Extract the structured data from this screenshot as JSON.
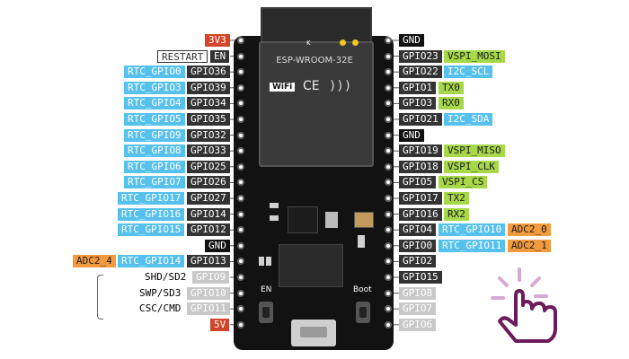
{
  "module": {
    "name": "ESP-WROOM-32E",
    "wifi_badge": "WiFi",
    "ce_mark": "CE",
    "small_mark": "K",
    "en_button_label": "EN",
    "boot_button_label": "Boot"
  },
  "colors": {
    "dark": "#333333",
    "red": "#d2452a",
    "blue": "#55c1ec",
    "green": "#a6d84a",
    "orange": "#f39a3f",
    "gray": "#c8c8c8",
    "light_green": "#cfe9a0",
    "board": "#121212",
    "hand_outline": "#6b1a5c"
  },
  "left_pins": [
    {
      "labels": [
        {
          "text": "3V3",
          "color": "red"
        }
      ]
    },
    {
      "labels": [
        {
          "text": "EN",
          "color": "dark"
        },
        {
          "text": "RESTART",
          "color": "white"
        }
      ]
    },
    {
      "labels": [
        {
          "text": "GPIO36",
          "color": "dark"
        },
        {
          "text": "RTC_GPIO0",
          "color": "blue"
        }
      ]
    },
    {
      "labels": [
        {
          "text": "GPIO39",
          "color": "dark"
        },
        {
          "text": "RTC_GPIO3",
          "color": "blue"
        }
      ]
    },
    {
      "labels": [
        {
          "text": "GPIO34",
          "color": "dark"
        },
        {
          "text": "RTC_GPIO4",
          "color": "blue"
        }
      ]
    },
    {
      "labels": [
        {
          "text": "GPIO35",
          "color": "dark"
        },
        {
          "text": "RTC_GPIO5",
          "color": "blue"
        }
      ]
    },
    {
      "labels": [
        {
          "text": "GPIO32",
          "color": "dark"
        },
        {
          "text": "RTC_GPIO9",
          "color": "blue"
        }
      ]
    },
    {
      "labels": [
        {
          "text": "GPIO33",
          "color": "dark"
        },
        {
          "text": "RTC_GPIO8",
          "color": "blue"
        }
      ]
    },
    {
      "labels": [
        {
          "text": "GPIO25",
          "color": "dark"
        },
        {
          "text": "RTC_GPIO6",
          "color": "blue"
        }
      ]
    },
    {
      "labels": [
        {
          "text": "GPIO26",
          "color": "dark"
        },
        {
          "text": "RTC_GPIO7",
          "color": "blue"
        }
      ]
    },
    {
      "labels": [
        {
          "text": "GPIO27",
          "color": "dark"
        },
        {
          "text": "RTC_GPIO17",
          "color": "blue"
        }
      ]
    },
    {
      "labels": [
        {
          "text": "GPIO14",
          "color": "dark"
        },
        {
          "text": "RTC_GPIO16",
          "color": "blue"
        }
      ]
    },
    {
      "labels": [
        {
          "text": "GPIO12",
          "color": "dark"
        },
        {
          "text": "RTC_GPIO15",
          "color": "blue"
        }
      ]
    },
    {
      "labels": [
        {
          "text": "GND",
          "color": "black"
        }
      ]
    },
    {
      "labels": [
        {
          "text": "GPIO13",
          "color": "dark"
        },
        {
          "text": "RTC_GPIO14",
          "color": "blue"
        },
        {
          "text": "ADC2_4",
          "color": "orange"
        }
      ]
    },
    {
      "labels": [
        {
          "text": "GPIO9",
          "color": "gray"
        },
        {
          "text": "SHD/SD2",
          "color": "light_green"
        }
      ]
    },
    {
      "labels": [
        {
          "text": "GPIO10",
          "color": "gray"
        },
        {
          "text": "SWP/SD3",
          "color": "light_green"
        }
      ]
    },
    {
      "labels": [
        {
          "text": "GPIO11",
          "color": "gray"
        },
        {
          "text": "CSC/CMD",
          "color": "light_green"
        }
      ]
    },
    {
      "labels": [
        {
          "text": "5V",
          "color": "red"
        }
      ]
    }
  ],
  "right_pins": [
    {
      "labels": [
        {
          "text": "GND",
          "color": "black"
        }
      ]
    },
    {
      "labels": [
        {
          "text": "GPIO23",
          "color": "dark"
        },
        {
          "text": "VSPI_MOSI",
          "color": "green"
        }
      ]
    },
    {
      "labels": [
        {
          "text": "GPIO22",
          "color": "dark"
        },
        {
          "text": "I2C_SCL",
          "color": "blue"
        }
      ]
    },
    {
      "labels": [
        {
          "text": "GPIO1",
          "color": "dark"
        },
        {
          "text": "TX0",
          "color": "green"
        }
      ]
    },
    {
      "labels": [
        {
          "text": "GPIO3",
          "color": "dark"
        },
        {
          "text": "RX0",
          "color": "green"
        }
      ]
    },
    {
      "labels": [
        {
          "text": "GPIO21",
          "color": "dark"
        },
        {
          "text": "I2C_SDA",
          "color": "blue"
        }
      ]
    },
    {
      "labels": [
        {
          "text": "GND",
          "color": "black"
        }
      ]
    },
    {
      "labels": [
        {
          "text": "GPIO19",
          "color": "dark"
        },
        {
          "text": "VSPI_MISO",
          "color": "green"
        }
      ]
    },
    {
      "labels": [
        {
          "text": "GPIO18",
          "color": "dark"
        },
        {
          "text": "VSPI_CLK",
          "color": "green"
        }
      ]
    },
    {
      "labels": [
        {
          "text": "GPIO5",
          "color": "dark"
        },
        {
          "text": "VSPI_CS",
          "color": "green"
        }
      ]
    },
    {
      "labels": [
        {
          "text": "GPIO17",
          "color": "dark"
        },
        {
          "text": "TX2",
          "color": "green"
        }
      ]
    },
    {
      "labels": [
        {
          "text": "GPIO16",
          "color": "dark"
        },
        {
          "text": "RX2",
          "color": "green"
        }
      ]
    },
    {
      "labels": [
        {
          "text": "GPIO4",
          "color": "dark"
        },
        {
          "text": "RTC_GPIO10",
          "color": "blue"
        },
        {
          "text": "ADC2_0",
          "color": "orange"
        }
      ]
    },
    {
      "labels": [
        {
          "text": "GPIO0",
          "color": "dark"
        },
        {
          "text": "RTC_GPIO11",
          "color": "blue"
        },
        {
          "text": "ADC2_1",
          "color": "orange"
        }
      ]
    },
    {
      "labels": [
        {
          "text": "GPIO2",
          "color": "dark"
        }
      ]
    },
    {
      "labels": [
        {
          "text": "GPIO15",
          "color": "dark"
        }
      ]
    },
    {
      "labels": [
        {
          "text": "GPIO8",
          "color": "gray"
        }
      ]
    },
    {
      "labels": [
        {
          "text": "GPIO7",
          "color": "gray"
        }
      ]
    },
    {
      "labels": [
        {
          "text": "GPIO6",
          "color": "gray"
        }
      ]
    }
  ]
}
